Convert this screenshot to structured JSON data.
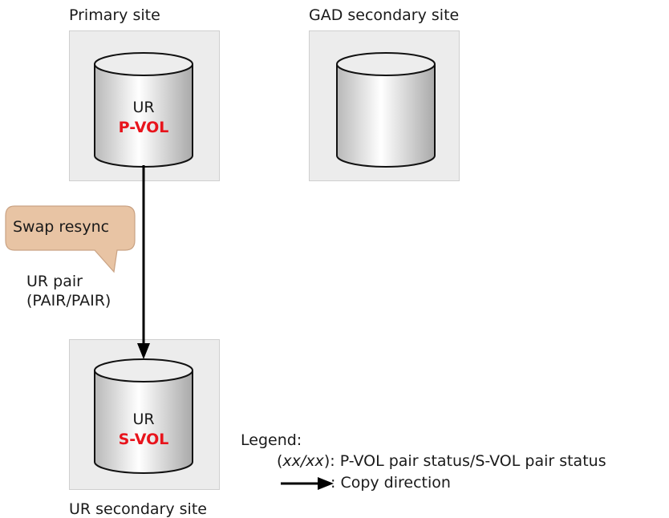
{
  "sites": {
    "primary": {
      "label": "Primary site",
      "volume": {
        "kind": "UR",
        "role": "P-VOL"
      }
    },
    "gad_secondary": {
      "label": "GAD secondary site"
    },
    "ur_secondary": {
      "label": "UR secondary site",
      "volume": {
        "kind": "UR",
        "role": "S-VOL"
      }
    }
  },
  "callout": {
    "text": "Swap resync"
  },
  "pair": {
    "name": "UR pair",
    "status": "(PAIR/PAIR)"
  },
  "legend": {
    "title": "Legend:",
    "status_key_open": "(",
    "status_key_italic": "xx/xx",
    "status_key_close": "):",
    "status_desc": "P-VOL pair status/S-VOL pair status",
    "arrow_desc": ": Copy direction"
  },
  "colors": {
    "role_text": "#e8141c",
    "callout_fill": "#e8c4a4",
    "box_fill": "#ececec",
    "arrow": "#000000"
  }
}
